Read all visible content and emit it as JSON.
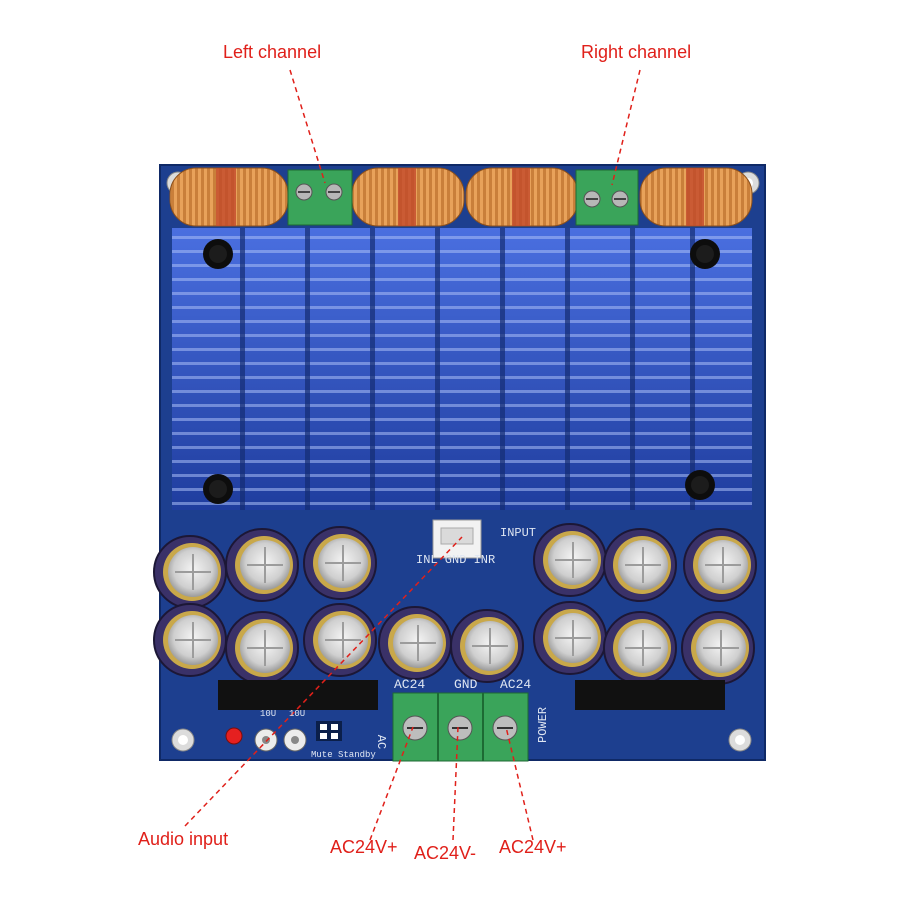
{
  "callouts": {
    "left_channel": "Left channel",
    "right_channel": "Right channel",
    "audio_input": "Audio input",
    "ac_plus_left": "AC24V+",
    "ac_minus": "AC24V-",
    "ac_plus_right": "AC24V+"
  },
  "silkscreen": {
    "input": "INPUT",
    "inl_gnd_inr": "INL GND INR",
    "ac24_left": "AC24",
    "gnd": "GND",
    "ac24_right": "AC24",
    "ac": "AC",
    "power": "POWER",
    "cap_10u_a": "10U",
    "cap_10u_b": "10U",
    "mute_standby": "Mute Standby"
  },
  "colors": {
    "callout_red": "#e0201a",
    "pcb_blue": "#1d3f8f",
    "heatsink_blue": "#2f55c8",
    "terminal_green": "#3aa45a",
    "capacitor_purple": "#3a3168"
  }
}
